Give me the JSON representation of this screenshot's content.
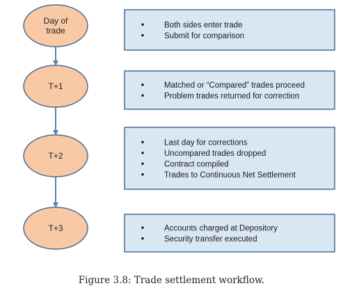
{
  "stages": [
    {
      "label_lines": [
        "Day of",
        "trade"
      ],
      "bullets": [
        "Both sides enter trade",
        "Submit for comparison"
      ]
    },
    {
      "label_lines": [
        "T+1"
      ],
      "bullets": [
        "Matched or “Compared” trades proceed",
        "Problem trades returned for correction"
      ]
    },
    {
      "label_lines": [
        "T+2"
      ],
      "bullets": [
        "Last day for corrections",
        "Uncompared trades dropped",
        "Contract compiled",
        "Trades to Continuous Net Settlement"
      ]
    },
    {
      "label_lines": [
        "T+3"
      ],
      "bullets": [
        "Accounts charged at Depository",
        "Security transfer executed"
      ]
    }
  ],
  "caption": "Figure 3.8: Trade settlement workflow.",
  "colors": {
    "ellipse_fill": "#f9c9a5",
    "ellipse_stroke": "#4f6b8e",
    "box_fill": "#d9e7f3",
    "box_stroke": "#4a6a92",
    "arrow": "#5b7fae"
  }
}
